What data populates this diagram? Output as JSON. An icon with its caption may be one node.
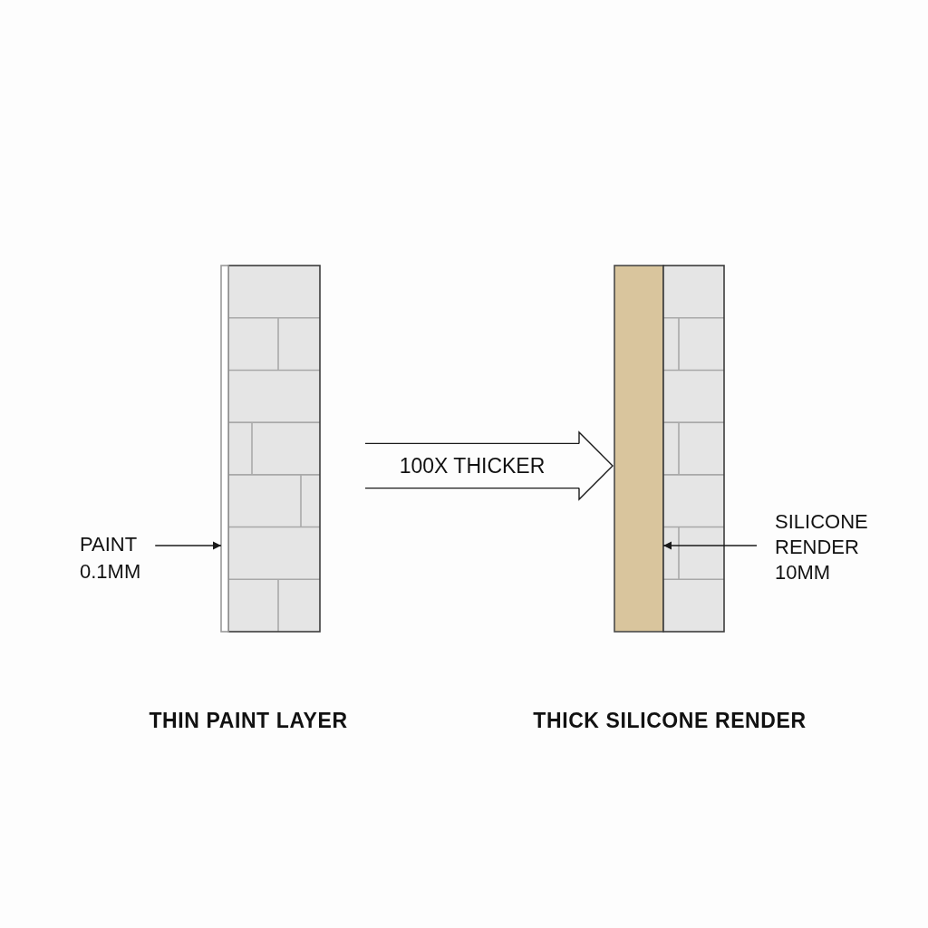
{
  "diagram": {
    "nodes": [
      {
        "text": [],
        "shape": "picture"
      },
      {
        "text": [],
        "shape": "bar"
      },
      {
        "text": [
          "PAINT 0.1MM"
        ]
      },
      {
        "text": [],
        "shape": "bar"
      },
      {
        "text": [],
        "shape": "picture"
      },
      {
        "text": [
          "SILICONE RENDER 10MM"
        ]
      }
    ],
    "edges": [
      {
        "from": 0,
        "to": 3,
        "arrow": "to",
        "label": "100X THICKER"
      },
      {
        "from": 2,
        "to": 1,
        "arrow": "to"
      },
      {
        "from": 5,
        "to": 3,
        "arrow": "to"
      }
    ],
    "labels": [
      "THIN PAINT LAYER",
      "THICK SILICONE RENDER"
    ]
  }
}
